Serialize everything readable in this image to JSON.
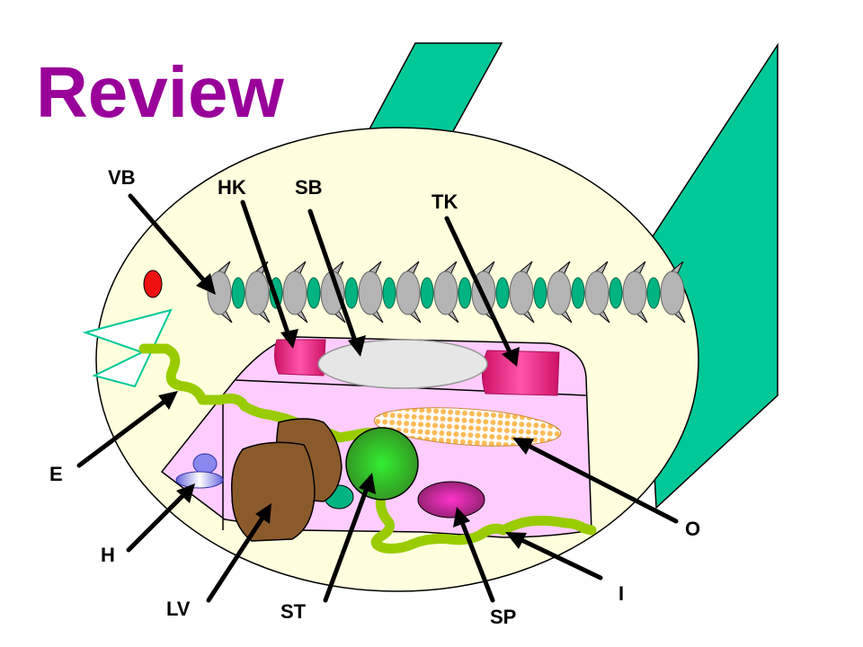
{
  "slide": {
    "title": "Review",
    "title_color": "#990099"
  },
  "labels": {
    "vb": "VB",
    "hk": "HK",
    "sb": "SB",
    "tk": "TK",
    "e": "E",
    "h": "H",
    "lv": "LV",
    "st": "ST",
    "sp": "SP",
    "i": "I",
    "o": "O"
  },
  "colors": {
    "fin": "#00c896",
    "body": "#ffffdd",
    "cavity": "#ffccff",
    "vertebra": "#b4b4b4",
    "disc": "#00b482",
    "kidney": "#ff3399",
    "swim_bladder": "#e6e6e6",
    "gut": "#99cc00",
    "liver": "#8b5a2b",
    "stomach": "#33cc33",
    "spleen": "#aa2288",
    "ovary": "#ffcc66",
    "heart": "#8888ee",
    "eye": "#ee1111"
  }
}
